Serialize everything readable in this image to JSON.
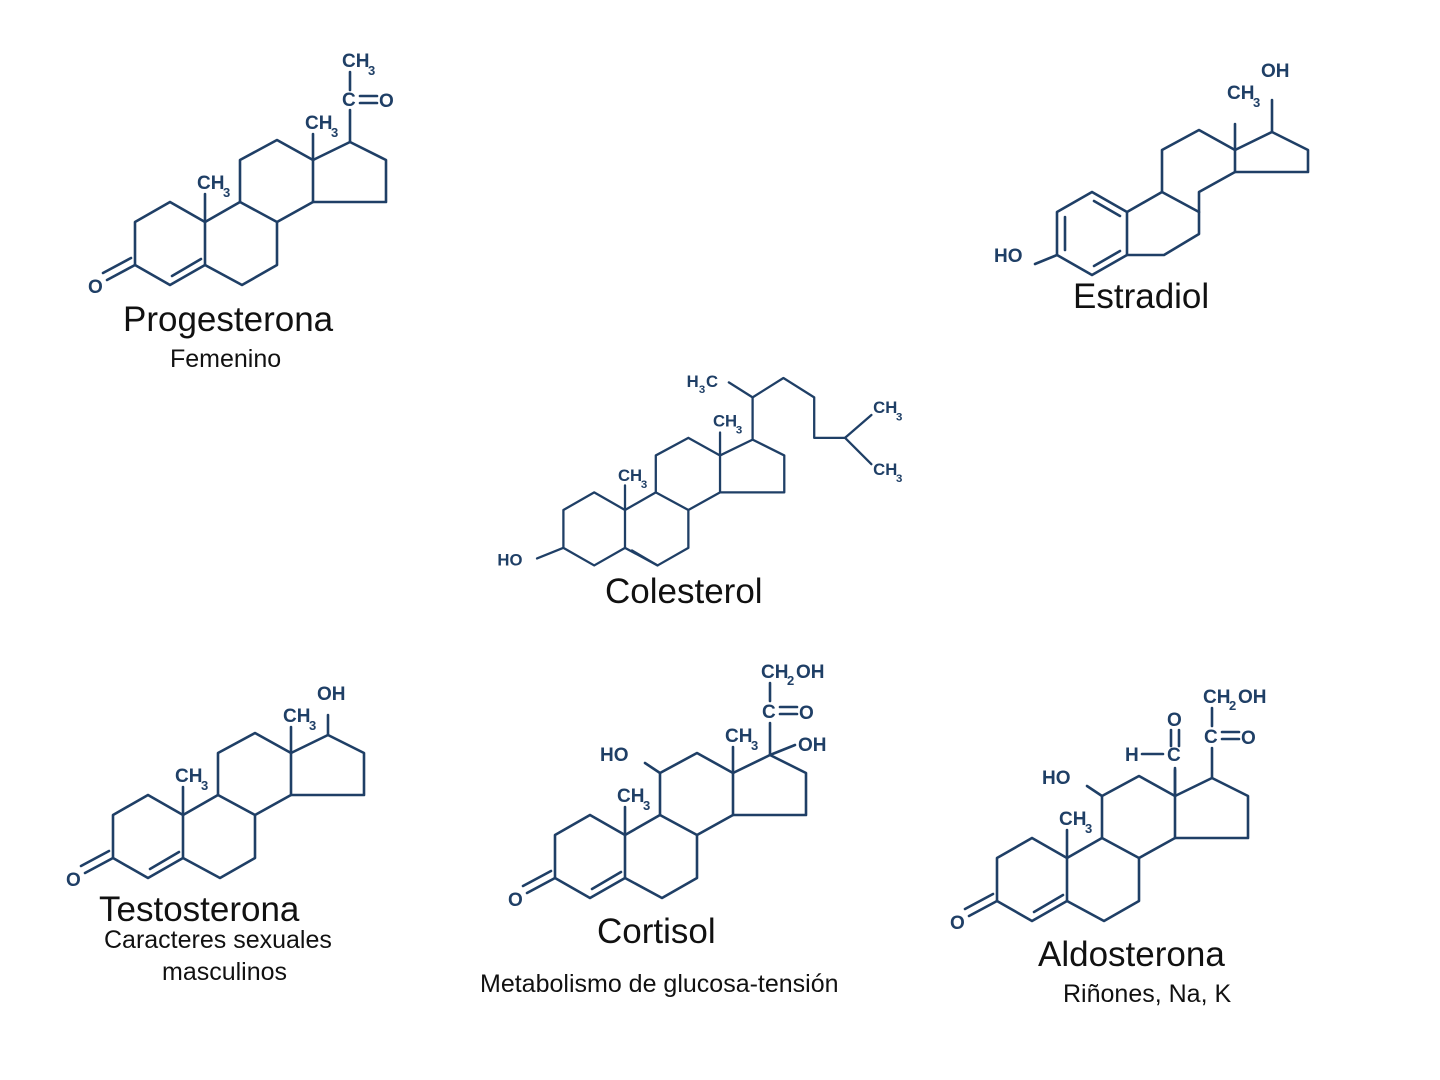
{
  "molecules": {
    "progesterone": {
      "name": "Progesterona",
      "description": "Femenino",
      "labels": {
        "c19_methyl": "CH",
        "c18_methyl": "CH",
        "side_methyl": "CH",
        "sub3": "3",
        "ketone_o": "O",
        "side_c": "C",
        "side_o": "O"
      }
    },
    "estradiol": {
      "name": "Estradiol",
      "labels": {
        "c18_methyl": "CH",
        "sub3": "3",
        "c17_oh": "OH",
        "c3_ho": "HO"
      }
    },
    "cholesterol": {
      "name": "Colesterol",
      "labels": {
        "c19_methyl": "CH",
        "c18_methyl": "CH",
        "c21_methyl": "H",
        "c21_sub": "3",
        "c21_c": "C",
        "c26": "CH",
        "c27": "CH",
        "sub3": "3",
        "c3_ho": "HO"
      }
    },
    "testosterone": {
      "name": "Testosterona",
      "description_line1": "Caracteres sexuales",
      "description_line2": "masculinos",
      "labels": {
        "c19_methyl": "CH",
        "c18_methyl": "CH",
        "sub3": "3",
        "c17_oh": "OH",
        "ketone_o": "O"
      }
    },
    "cortisol": {
      "name": "Cortisol",
      "description": "Metabolismo de glucosa-tensión",
      "labels": {
        "c19_methyl": "CH",
        "c18_methyl": "CH",
        "sub3": "3",
        "c11_ho": "HO",
        "c17_oh": "OH",
        "side_c": "C",
        "side_o": "O",
        "ch2": "CH",
        "sub2": "2",
        "ch2_oh": "OH",
        "ketone_o": "O"
      }
    },
    "aldosterone": {
      "name": "Aldosterona",
      "description": "Riñones, Na, K",
      "labels": {
        "c19_methyl": "CH",
        "sub3": "3",
        "c11_ho": "HO",
        "ald_h": "H",
        "ald_c": "C",
        "ald_o": "O",
        "side_c": "C",
        "side_o": "O",
        "ch2": "CH",
        "sub2": "2",
        "ch2_oh": "OH",
        "ketone_o": "O"
      }
    }
  },
  "colors": {
    "structure": "#1f3f66",
    "text": "#111111",
    "background": "#ffffff"
  }
}
